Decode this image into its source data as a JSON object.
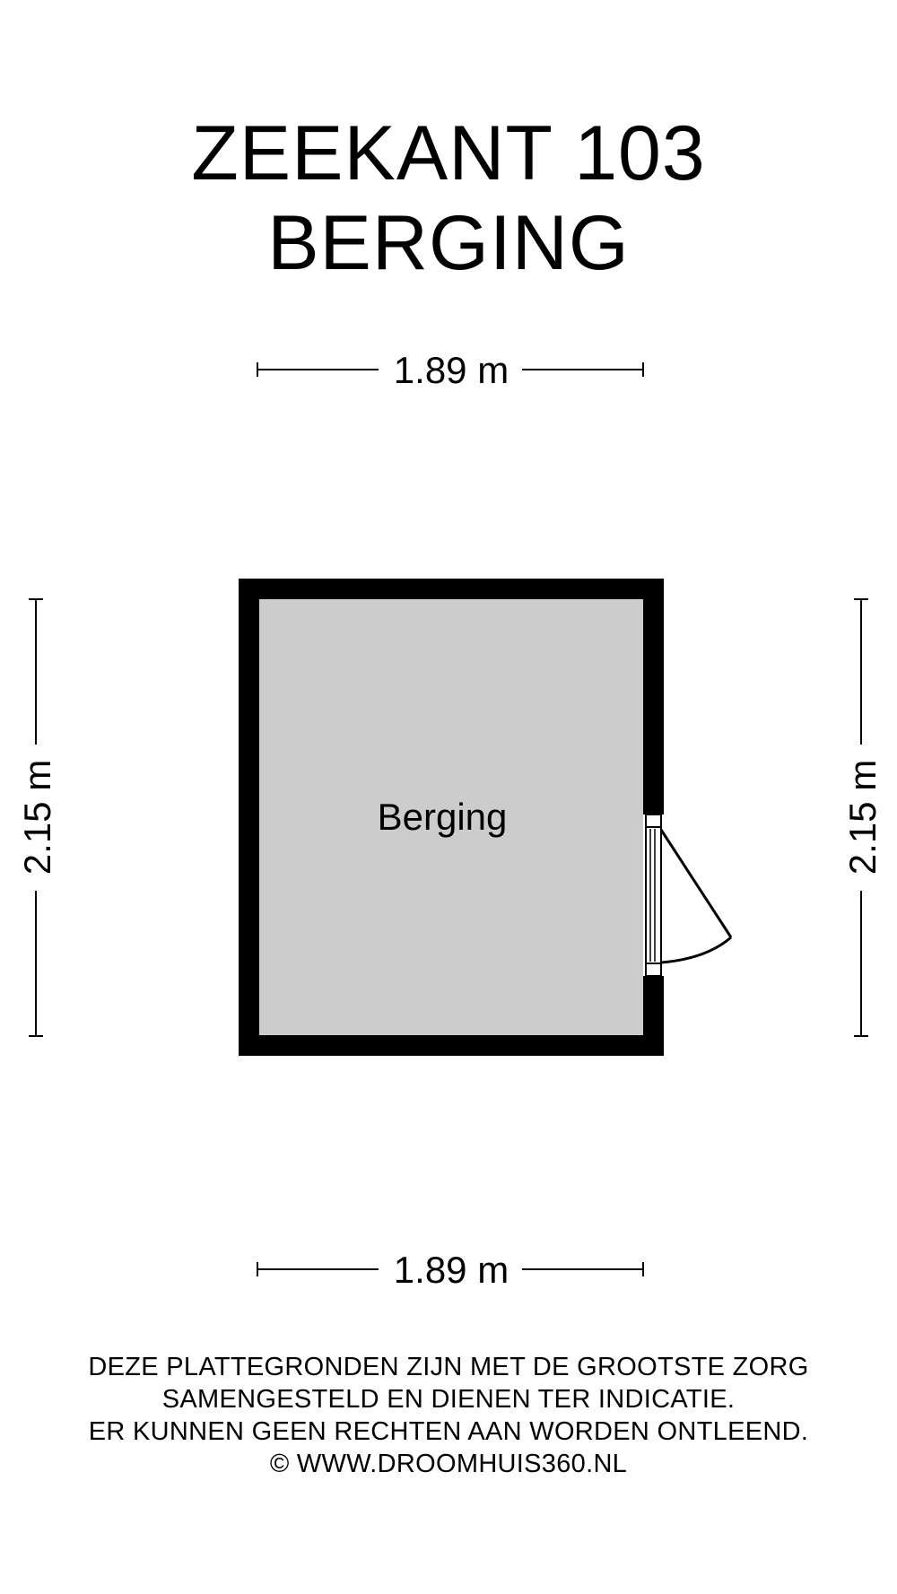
{
  "title": {
    "line1": "ZEEKANT 103",
    "line2": "BERGING"
  },
  "dimensions": {
    "top_width": "1.89 m",
    "bottom_width": "1.89 m",
    "left_height": "2.15 m",
    "right_height": "2.15 m"
  },
  "room": {
    "label": "Berging",
    "floor_color": "#cccccc",
    "wall_color": "#000000"
  },
  "disclaimer": {
    "line1": "DEZE PLATTEGRONDEN ZIJN MET DE GROOTSTE ZORG",
    "line2": "SAMENGESTELD EN DIENEN TER INDICATIE.",
    "line3": "ER KUNNEN GEEN RECHTEN AAN WORDEN ONTLEEND.",
    "line4": "© WWW.DROOMHUIS360.NL"
  }
}
